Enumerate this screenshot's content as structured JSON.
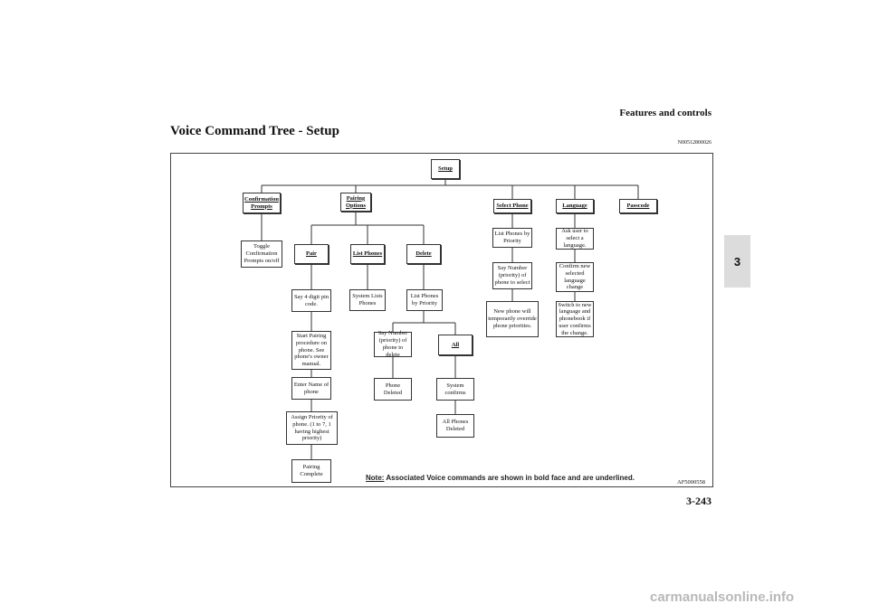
{
  "header": {
    "section_title": "Features and controls"
  },
  "page": {
    "title": "Voice Command Tree - Setup",
    "ref_code": "N00512800026",
    "number": "3-243",
    "chapter_tab": "3"
  },
  "diagram": {
    "nodes": {
      "setup": "Setup",
      "confirmation_prompts": "Confirmation\nPrompts",
      "pairing_options": "Pairing\nOptions",
      "select_phone": "Select Phone",
      "language": "Language",
      "passcode": "Passcode",
      "toggle_confirmation": "Toggle\nConfirmation\nPrompts on/off",
      "pair": "Pair",
      "list_phones": "List Phones",
      "delete": "Delete",
      "say_pin": "Say 4 digit pin\ncode.",
      "system_lists_phones": "System Lists\nPhones",
      "list_phones_priority_delete": "List Phones\nby Priority",
      "start_pairing": "Start Pairing\nprocedure on\nphone.  See\nphone's owner\nmanual.",
      "say_number_delete": "Say Number\n(priority) of\nphone to delete",
      "all": "All",
      "enter_name": "Enter Name of\nphone",
      "phone_deleted": "Phone Deleted",
      "system_confirms": "System\nconfirms",
      "assign_priority": "Assign  Priority of\nphone. (1 to 7, 1\nhaving highest\npriority)",
      "all_phones_deleted": "All Phones\nDeleted",
      "pairing_complete": "Pairing\nComplete",
      "list_phones_priority_select": "List Phones by\nPriority",
      "say_number_select": "Say Number\n(priority) of\nphone to select",
      "new_phone_override": "New phone will\ntemporarily override\nphone priorities.",
      "ask_user_language": "Ask user to\nselect a\nlanguage.",
      "confirm_language": "Confirm new\nselected\nlanguage\nchange",
      "switch_language": "Switch to new\nlanguage and\nphonebook if\nuser confirms\nthe change."
    },
    "note_prefix": "Note:",
    "note_text": " Associated Voice commands are shown in bold face and are underlined.",
    "figure_id": "AF5000558"
  },
  "watermark": "carmanualsonline.info"
}
